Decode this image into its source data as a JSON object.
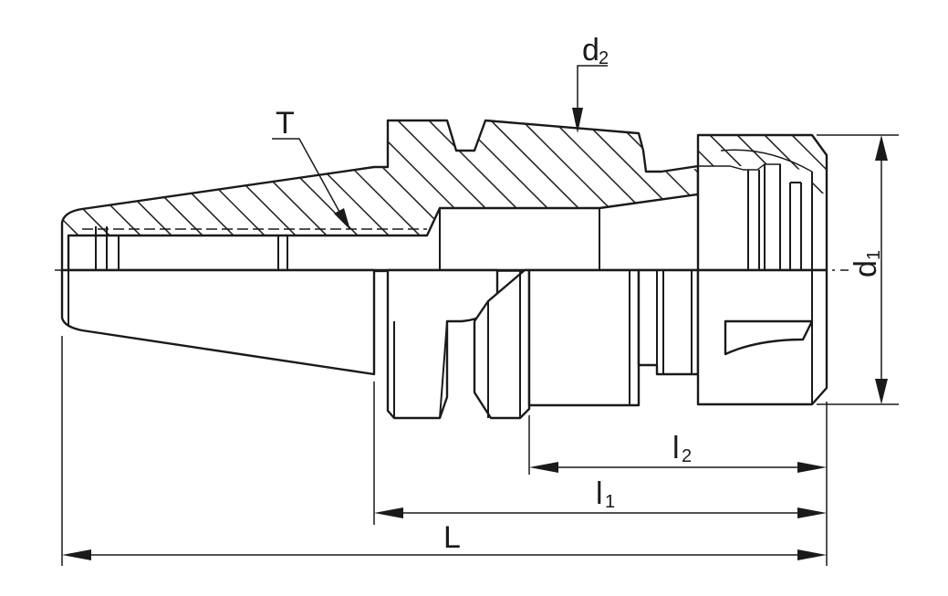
{
  "labels": {
    "taper_thread": "T",
    "flange_diameter": {
      "letter": "d",
      "index": "2"
    },
    "nut_diameter": {
      "letter": "d",
      "index": "1"
    },
    "gauge_to_nut": {
      "letter": "l",
      "index": "2"
    },
    "flange_to_nut": {
      "letter": "l",
      "index": "1"
    },
    "total_length": "L"
  },
  "colors": {
    "line": "#1a1a1a",
    "background": "#ffffff"
  }
}
